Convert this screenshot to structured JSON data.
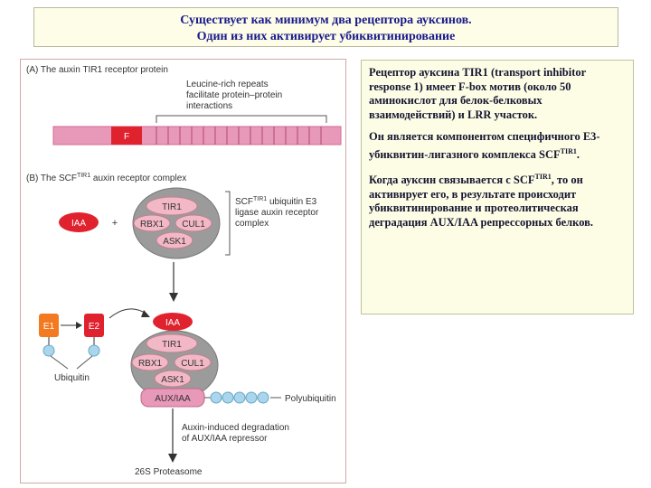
{
  "title": {
    "line1": "Существует как минимум два рецептора ауксинов.",
    "line2": "Один из них активирует убиквитинирование"
  },
  "figure": {
    "panel_a_title": "(A) The auxin TIR1 receptor protein",
    "lrr_label_1": "Leucine-rich repeats",
    "lrr_label_2": "facilitate protein–protein",
    "lrr_label_3": "interactions",
    "fbox_label": "F",
    "panel_b_title_pre": "(B) The SCF",
    "panel_b_title_sup": "TIR1",
    "panel_b_title_post": " auxin receptor complex",
    "iaa": "IAA",
    "plus": "+",
    "tir1": "TIR1",
    "rbx1": "RBX1",
    "cul1": "CUL1",
    "ask1": "ASK1",
    "complex_label_1_pre": "SCF",
    "complex_label_1_sup": "TIR1",
    "complex_label_1_post": " ubiquitin E3",
    "complex_label_2": "ligase auxin receptor",
    "complex_label_3": "complex",
    "e1": "E1",
    "e2": "E2",
    "ubiquitin": "Ubiquitin",
    "aux_iaa": "AUX/IAA",
    "polyubiquitin": "Polyubiquitin",
    "degradation_1": "Auxin-induced degradation",
    "degradation_2": "of AUX/IAA repressor",
    "proteasome": "26S Proteasome"
  },
  "text": {
    "p1": "Рецептор ауксина TIR1 (transport inhibitor response 1) имеет F-box мотив (около 50 аминокислот для белок-белковых взаимодействий) и LRR участок.",
    "p2_main": "Он является компонентом специфичного Е3-убиквитин-лигазного комплекса SCF",
    "p2_sup": "TIR1",
    "p2_end": ".",
    "p3_pre": "Когда ауксин связывается с SCF",
    "p3_sup": "TIR1",
    "p3_post": ", то он активирует его, в результате происходит убиквитинирование и протеолитическая деградация AUX/IAA репрессорных белков."
  },
  "colors": {
    "protein_red": "#e0222e",
    "lrr_pink": "#e898b8",
    "complex_gray": "#9b9b9b",
    "oval_pink": "#f2b8c6",
    "ubiquitin_blue": "#a9d6ec",
    "e_orange": "#f47a22",
    "title_blue": "#1a1a8a"
  }
}
